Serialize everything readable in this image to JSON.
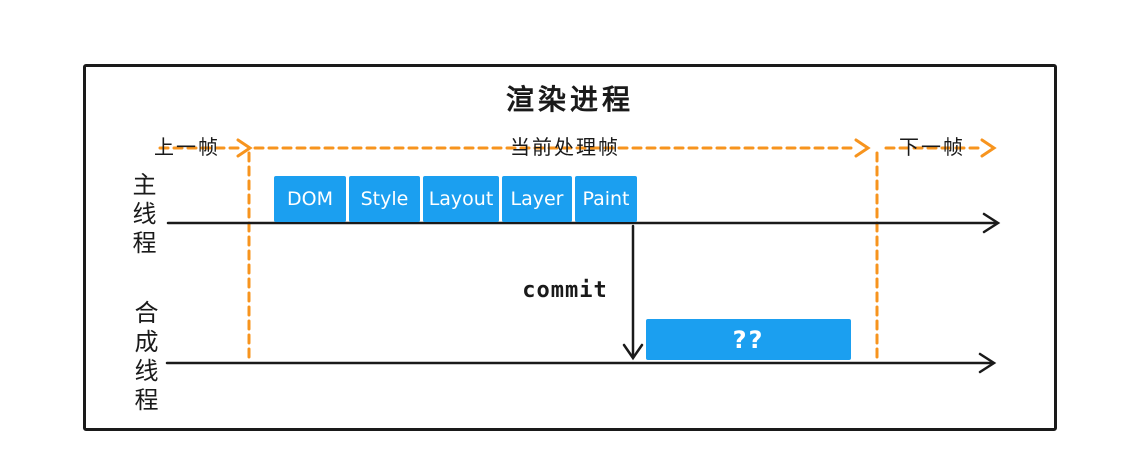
{
  "title": "渲染进程",
  "frame_markers": {
    "previous": "上一帧",
    "current": "当前处理帧",
    "next": "下一帧"
  },
  "threads": {
    "main": {
      "label": "主线程",
      "stages": [
        "DOM",
        "Style",
        "Layout",
        "Layer",
        "Paint"
      ]
    },
    "compositor": {
      "label": "合成线程",
      "block": "??"
    }
  },
  "commit_label": "commit",
  "colors": {
    "stage_blue": "#1b9ff0",
    "marker_orange": "#f7941e",
    "line_black": "#1a1a1a"
  }
}
